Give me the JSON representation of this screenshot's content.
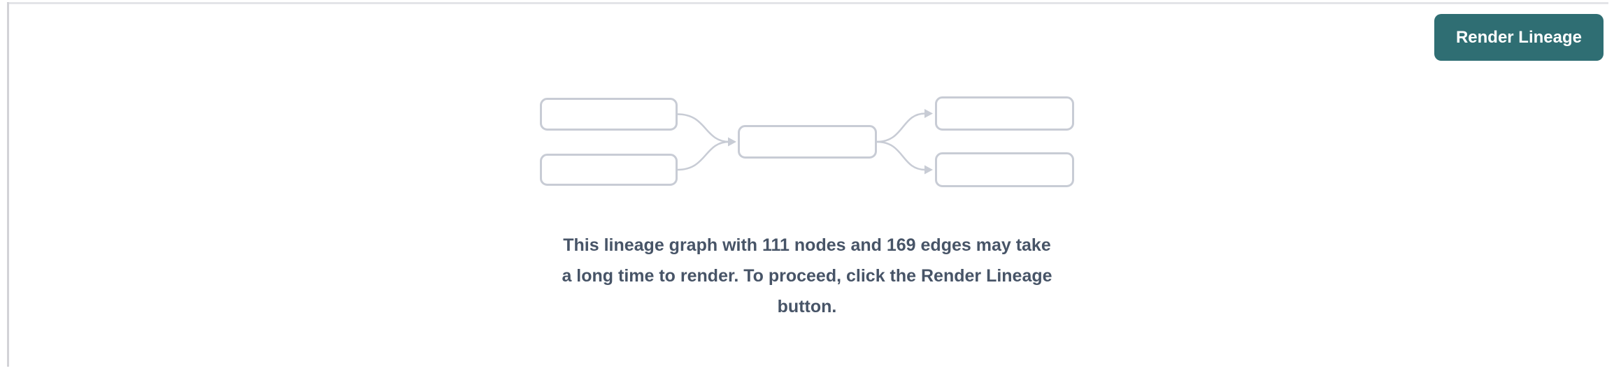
{
  "colors": {
    "background": "#ffffff",
    "accent-teal": "#2f6e73",
    "button-text": "#ffffff",
    "box-border": "#c8ccd5",
    "message-text": "#475467",
    "top-border": "#e3e4e8",
    "left-divider": "#d2d2d7"
  },
  "toolbar": {
    "render_button_label": "Render Lineage"
  },
  "message": {
    "lines": [
      "This lineage graph with 111 nodes and 169 edges may take",
      "a long time to render. To proceed, click the Render Lineage",
      "button."
    ],
    "node_count": "111",
    "edge_count": "169"
  }
}
